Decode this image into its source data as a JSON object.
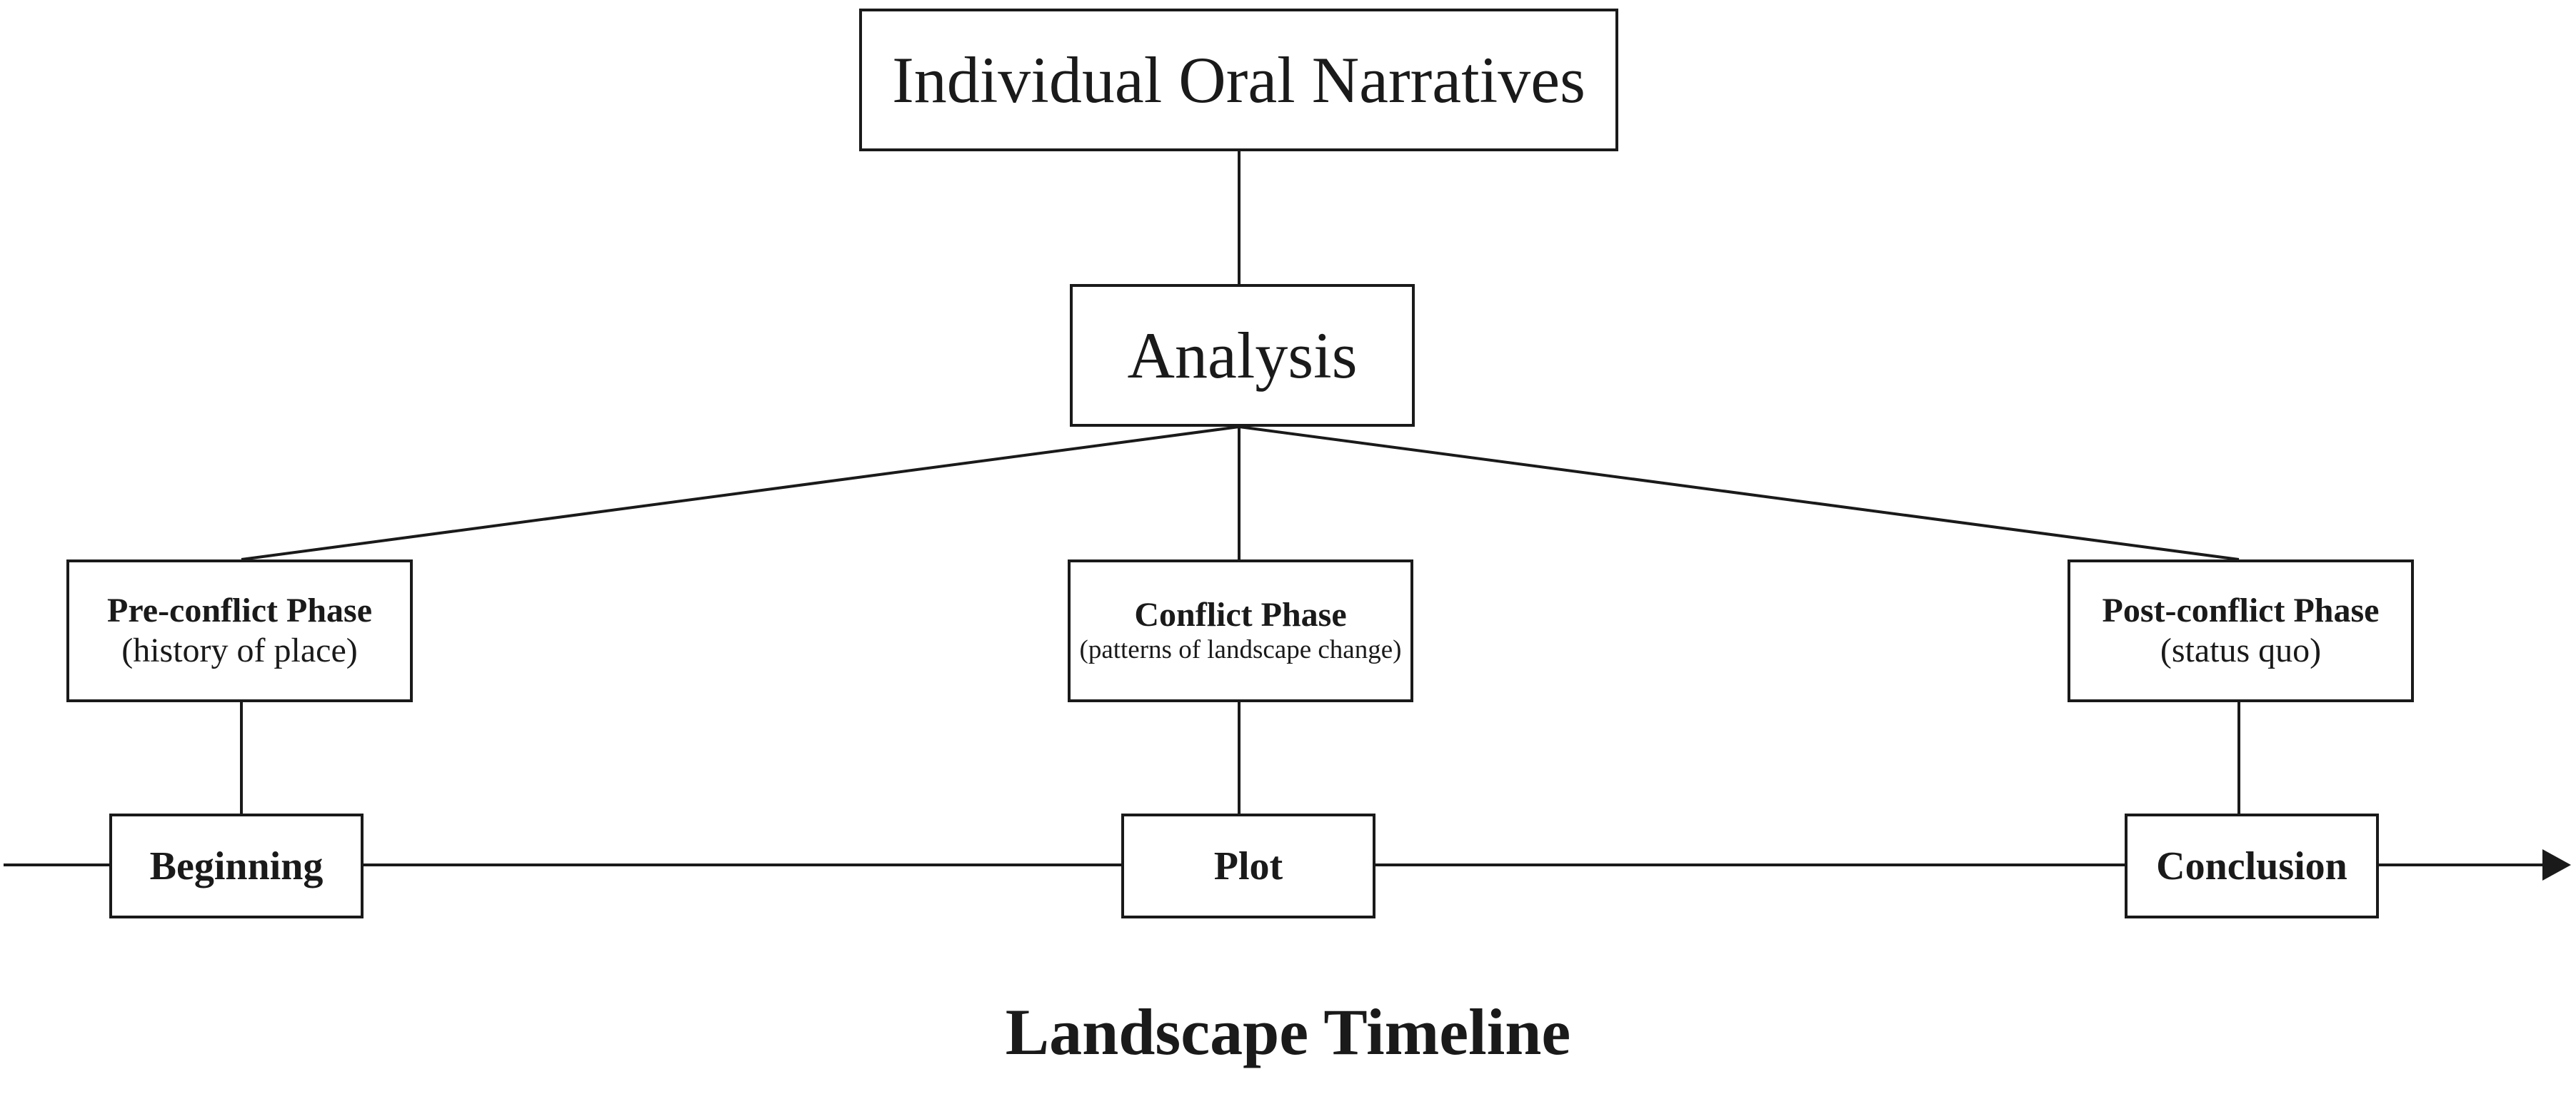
{
  "diagram": {
    "root": {
      "label": "Individual Oral Narratives"
    },
    "analysis": {
      "label": "Analysis"
    },
    "phases": [
      {
        "title": "Pre-conflict Phase",
        "subtitle": "(history of place)"
      },
      {
        "title": "Conflict Phase",
        "subtitle": "(patterns of landscape change)"
      },
      {
        "title": "Post-conflict Phase",
        "subtitle": "(status quo)"
      }
    ],
    "timeline_nodes": [
      {
        "label": "Beginning"
      },
      {
        "label": "Plot"
      },
      {
        "label": "Conclusion"
      }
    ],
    "caption": "Landscape Timeline"
  }
}
